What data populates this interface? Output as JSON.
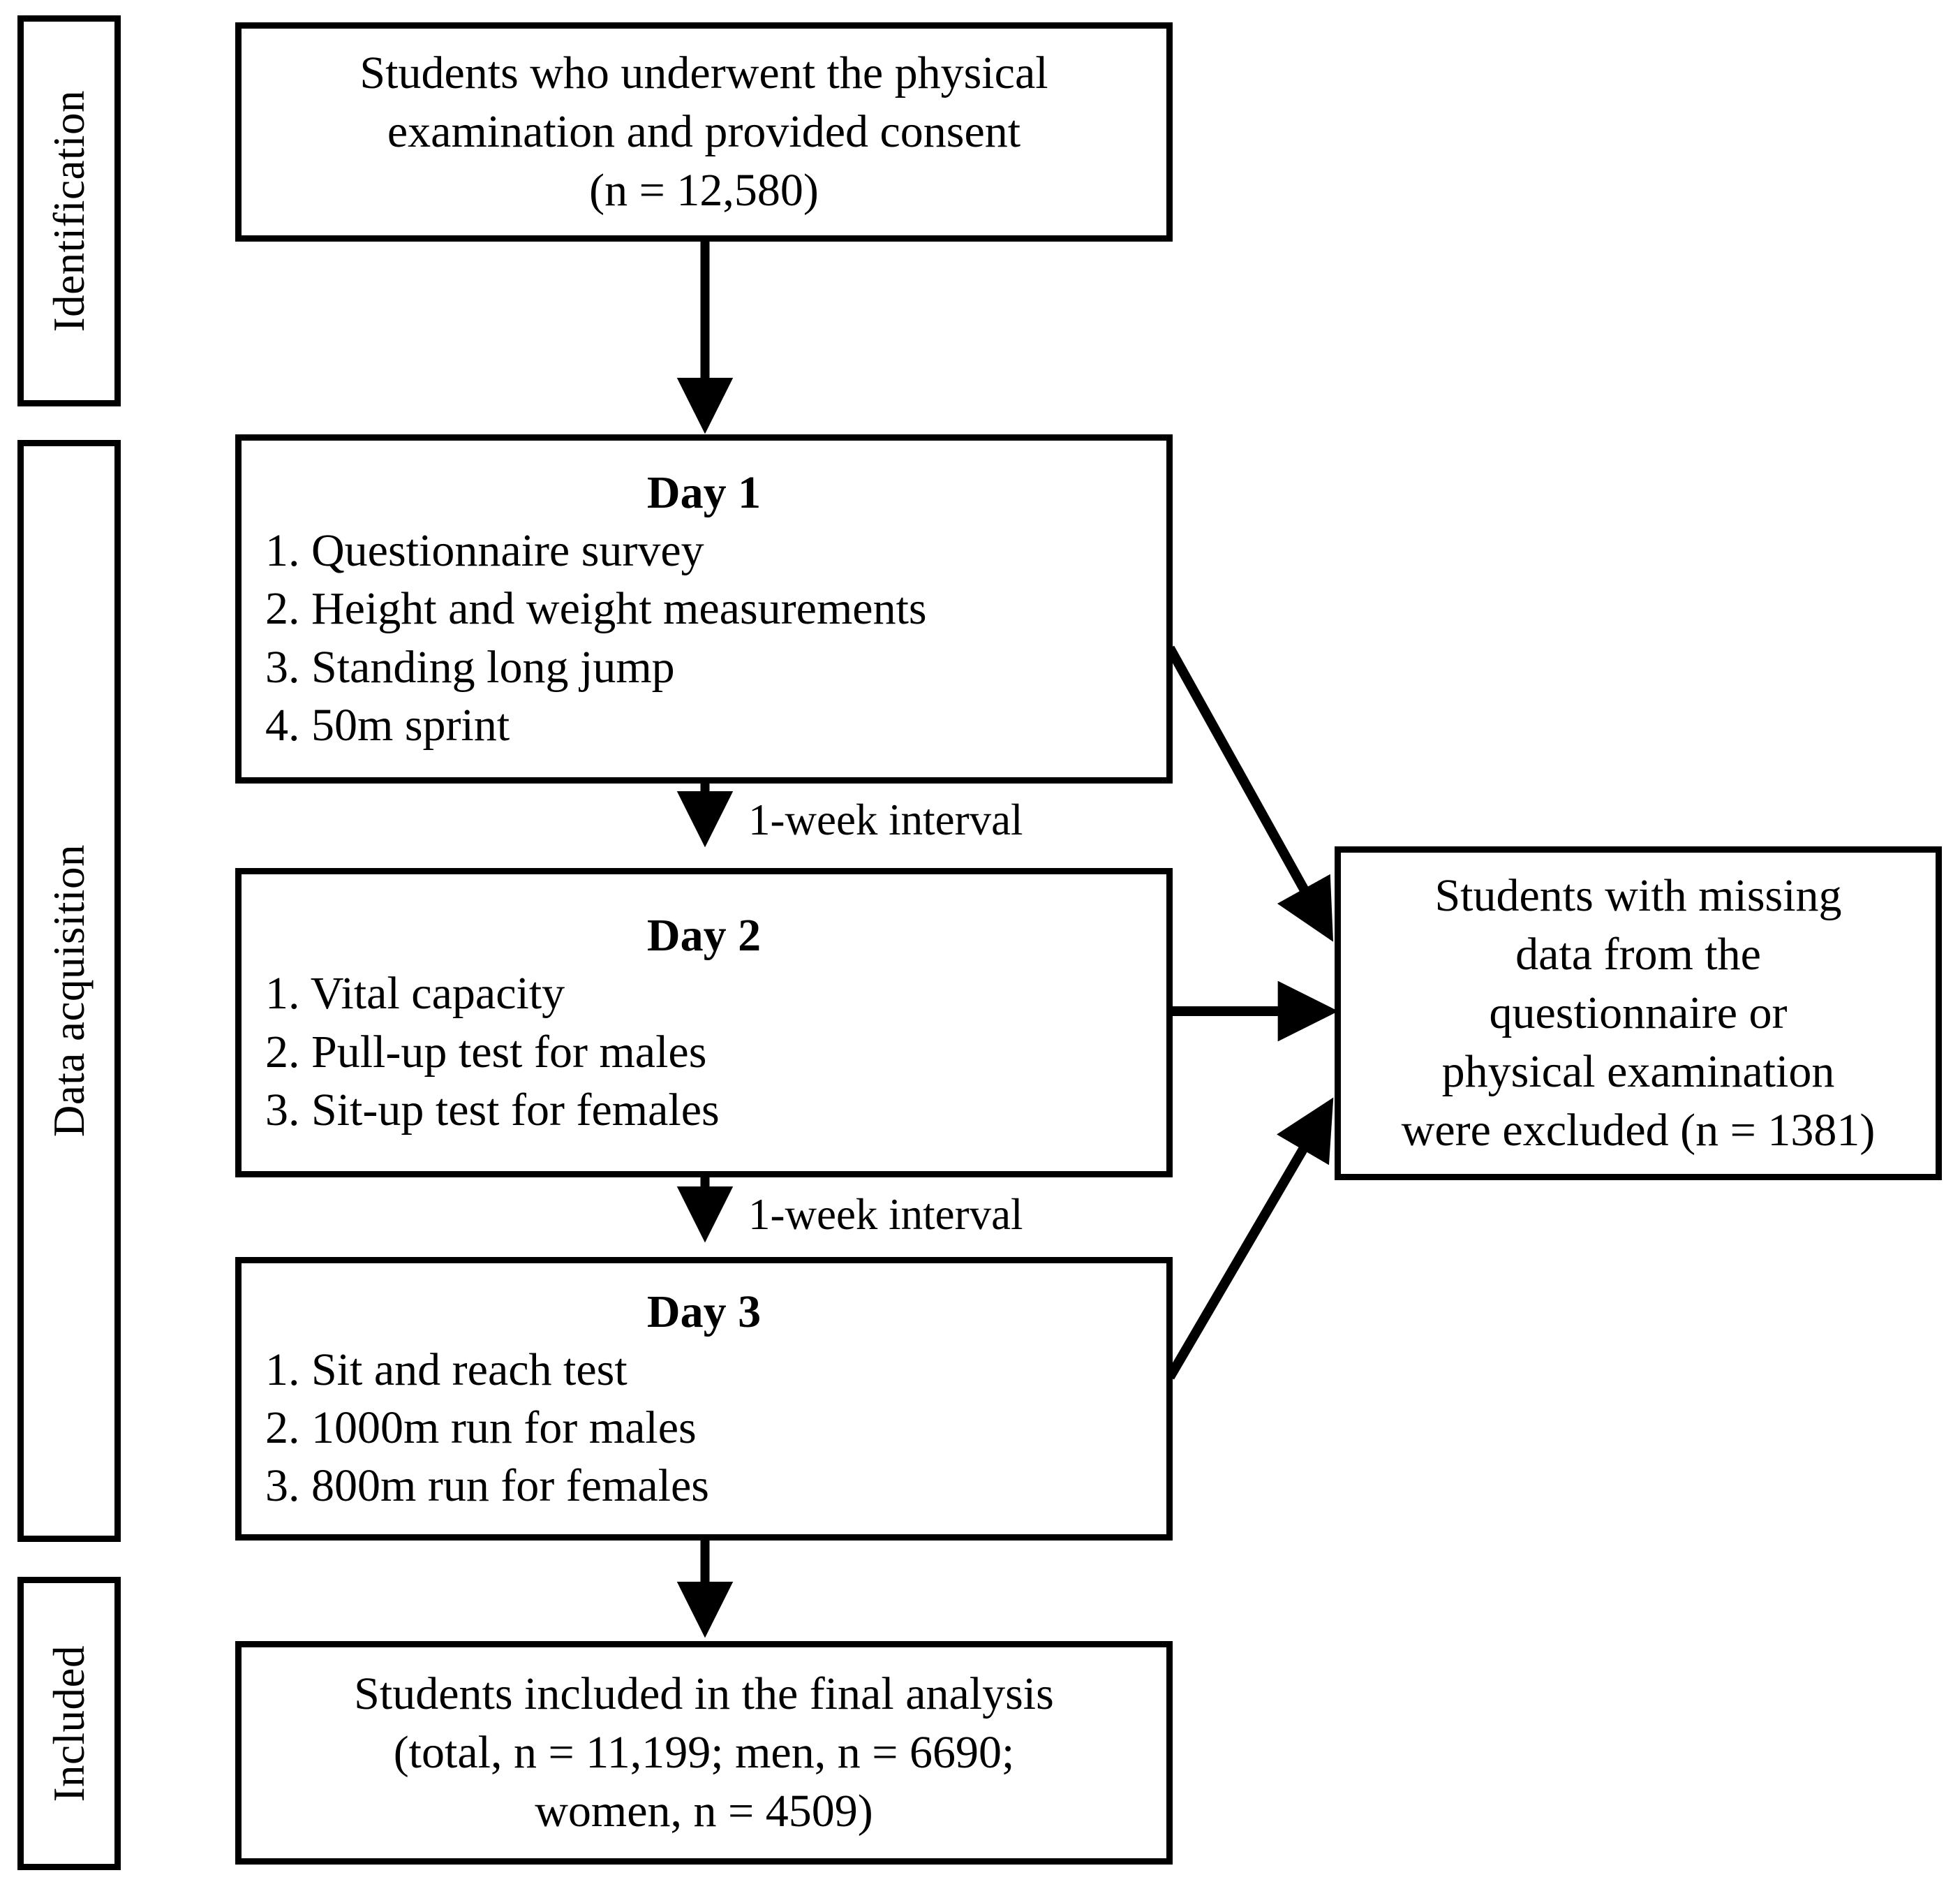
{
  "figure": {
    "type": "prisma-style-study-flow-diagram",
    "background_color": "#ffffff",
    "line_color": "#000000"
  },
  "stages": [
    {
      "label": "Identification"
    },
    {
      "label": "Data acquisition"
    },
    {
      "label": "Included"
    }
  ],
  "boxes": {
    "enrollment": {
      "lines": [
        "Students who underwent the physical",
        "examination and provided consent",
        "(n = 12,580)"
      ]
    },
    "day1": {
      "title": "Day 1",
      "items": [
        "1. Questionnaire survey",
        "2. Height and weight measurements",
        "3. Standing long jump",
        "4. 50m sprint"
      ]
    },
    "day2": {
      "title": "Day 2",
      "items": [
        "1. Vital capacity",
        "2. Pull-up test for males",
        "3. Sit-up test for females"
      ]
    },
    "day3": {
      "title": "Day 3",
      "items": [
        "1. Sit and reach test",
        "2. 1000m run for males",
        "3. 800m run for females"
      ]
    },
    "excluded": {
      "lines": [
        "Students with missing",
        "data from the",
        "questionnaire or",
        "physical examination",
        "were excluded (n = 1381)"
      ]
    },
    "included": {
      "lines": [
        "Students included in the final analysis",
        "(total, n = 11,199; men, n = 6690;",
        "women, n = 4509)"
      ]
    }
  },
  "edge_labels": {
    "interval_day1_day2": "1-week interval",
    "interval_day2_day3": "1-week interval"
  },
  "counts": {
    "screened_total": "12,580",
    "excluded_total": "1381",
    "included_total": "11,199",
    "included_men": "6690",
    "included_women": "4509"
  }
}
